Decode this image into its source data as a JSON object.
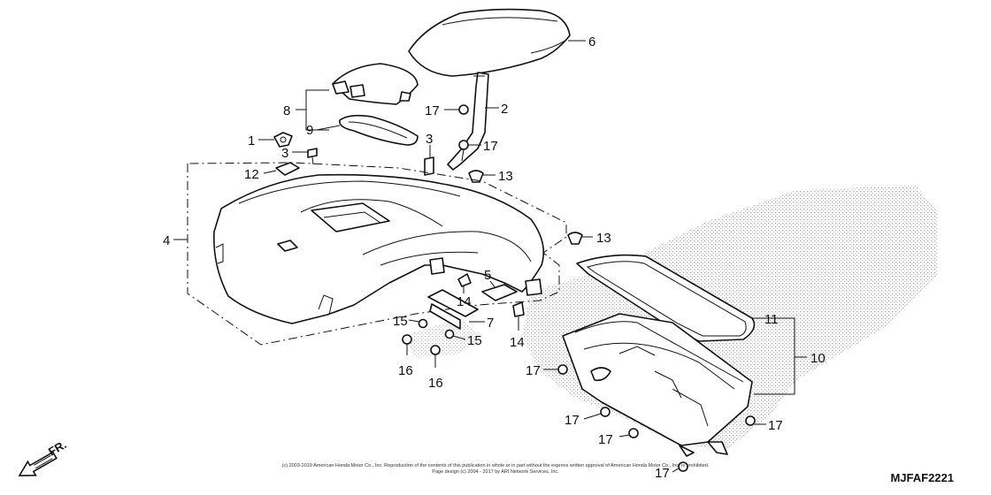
{
  "callouts": {
    "c1": "1",
    "c2": "2",
    "c3a": "3",
    "c3b": "3",
    "c4": "4",
    "c5": "5",
    "c6": "6",
    "c7": "7",
    "c8": "8",
    "c9": "9",
    "c10": "10",
    "c11": "11",
    "c12": "12",
    "c13a": "13",
    "c13b": "13",
    "c14a": "14",
    "c14b": "14",
    "c15a": "15",
    "c15b": "15",
    "c16a": "16",
    "c16b": "16",
    "c17a": "17",
    "c17b": "17",
    "c17c": "17",
    "c17d": "17",
    "c17e": "17",
    "c17f": "17"
  },
  "front_indicator": "FR.",
  "diagram_code": "MJFAF2221",
  "copyright": {
    "line1": "(c) 2003-2019 American Honda Motor Co., Inc. Reproduction of the contents of this publication in whole or in part without the express written approval of American Honda Motor Co., Inc. is prohibited.",
    "line2": "Page design (c) 2004 - 2017 by ARI Network Services, Inc."
  },
  "colors": {
    "ink": "#111111",
    "paper": "#ffffff",
    "stipple": "#9a9a9a"
  }
}
